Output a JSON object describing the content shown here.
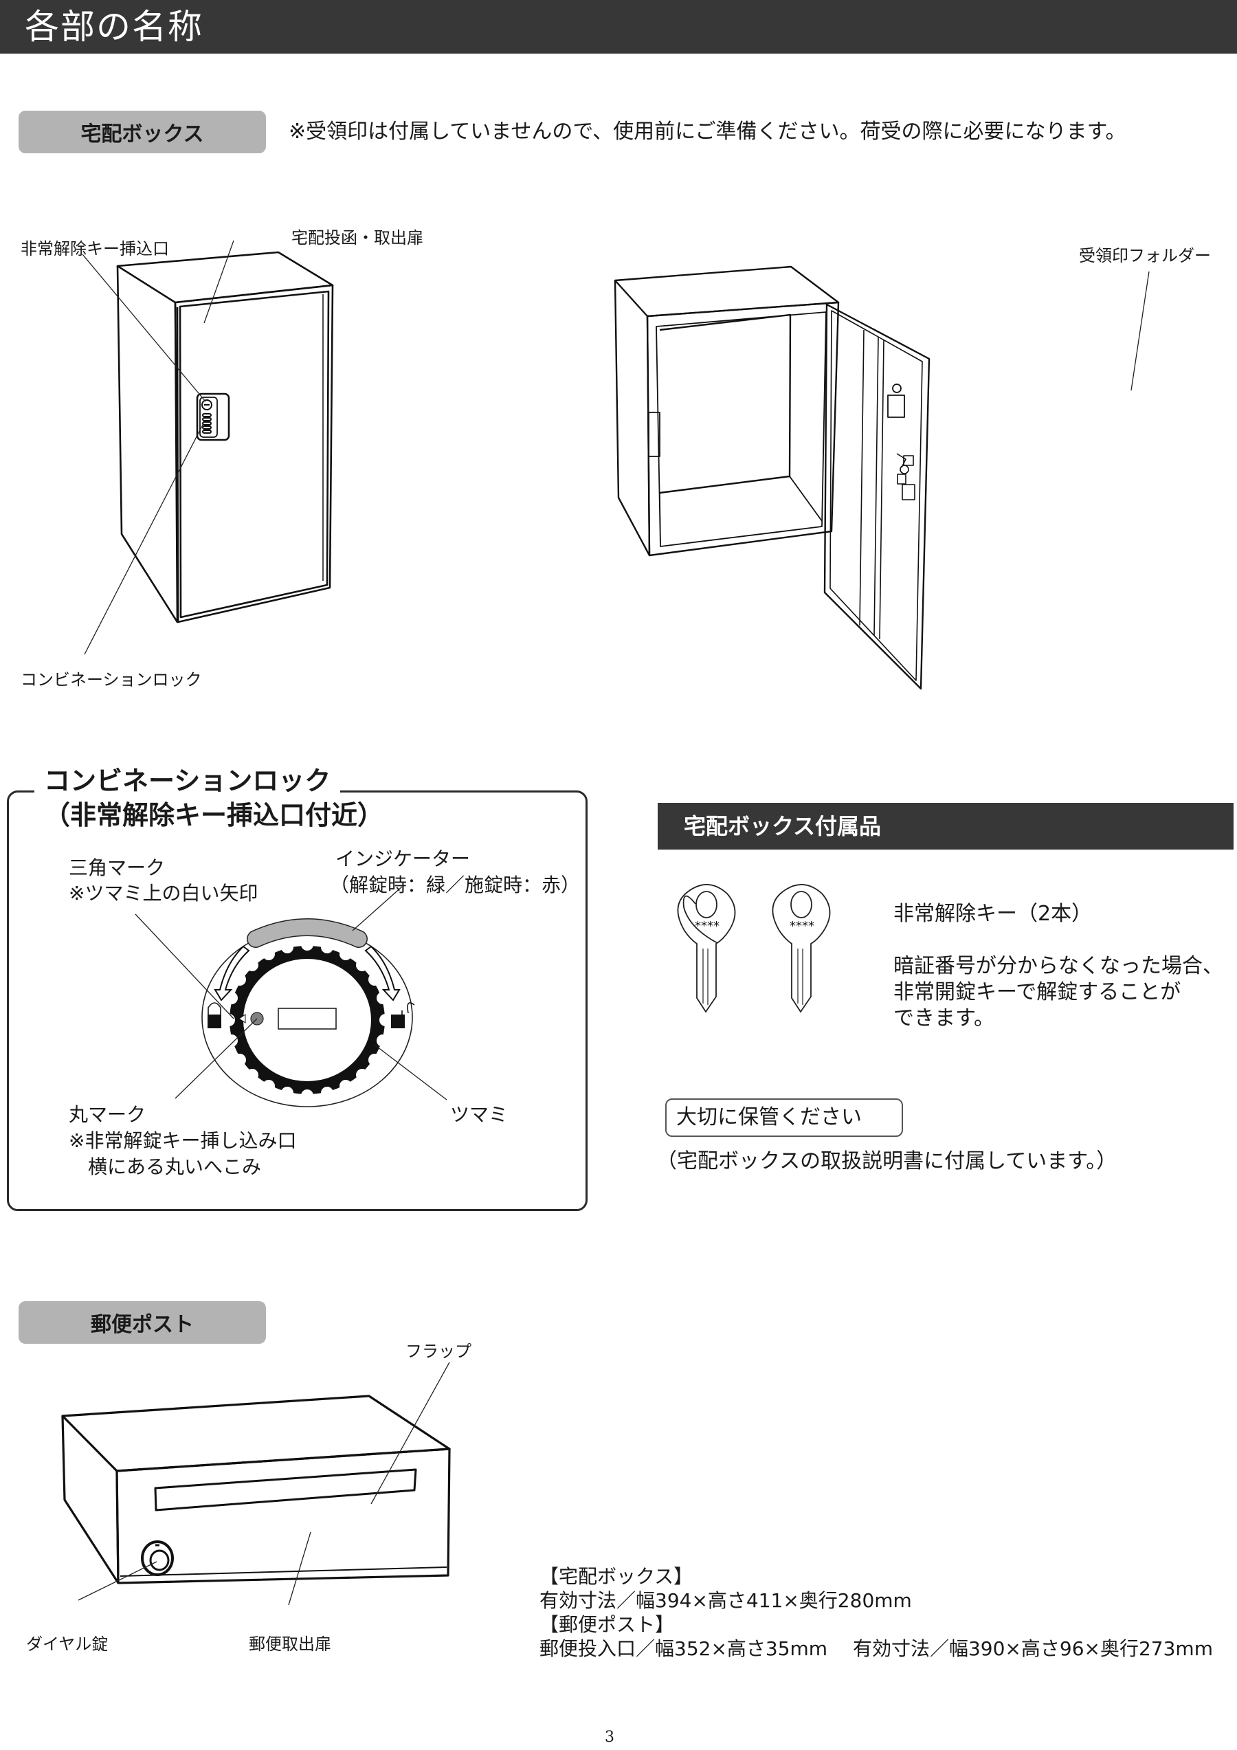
{
  "page": {
    "title": "各部の名称",
    "page_number": "3"
  },
  "delivery_box": {
    "section_label": "宅配ボックス",
    "note": "※受領印は付属していませんので、使用前にご準備ください。荷受の際に必要になります。",
    "closed_view": {
      "labels": {
        "emergency_key_slot": "非常解除キー挿込口",
        "door": "宅配投函・取出扉",
        "combination_lock": "コンビネーションロック"
      }
    },
    "open_view": {
      "labels": {
        "stamp_holder": "受領印フォルダー"
      }
    }
  },
  "lock_detail": {
    "title_line1": "コンビネーションロック",
    "title_line2": "（非常解除キー挿込口付近）",
    "triangle_mark": {
      "title": "三角マーク",
      "note": "※ツマミ上の白い矢印"
    },
    "indicator": {
      "title": "インジケーター",
      "note": "（解錠時：緑／施錠時：赤）"
    },
    "circle_mark": {
      "title": "丸マーク",
      "note_line1": "※非常解錠キー挿し込み口",
      "note_line2": "　横にある丸いへこみ"
    },
    "knob": {
      "title": "ツマミ"
    },
    "colors": {
      "indicator": "#b3b3b3",
      "circle_mark": "#808080",
      "knob": "#111111"
    }
  },
  "accessories": {
    "heading": "宅配ボックス付属品",
    "keys": [
      {
        "stamp": "****"
      },
      {
        "stamp": "****"
      }
    ],
    "key_name": "非常解除キー（2本）",
    "key_desc_line1": "暗証番号が分からなくなった場合、",
    "key_desc_line2": "非常開錠キーで解錠することが",
    "key_desc_line3": "できます。",
    "keep_safe": "大切に保管ください",
    "included_note": "（宅配ボックスの取扱説明書に付属しています。）"
  },
  "mailbox": {
    "section_label": "郵便ポスト",
    "labels": {
      "flap": "フラップ",
      "dial_lock": "ダイヤル錠",
      "mail_door": "郵便取出扉"
    }
  },
  "specs": {
    "box_heading": "【宅配ボックス】",
    "box_dims": "有効寸法／幅394×高さ411×奥行280mm",
    "mailbox_heading": "【郵便ポスト】",
    "mailbox_dims": "郵便投入口／幅352×高さ35mm　 有効寸法／幅390×高さ96×奥行273mm"
  }
}
